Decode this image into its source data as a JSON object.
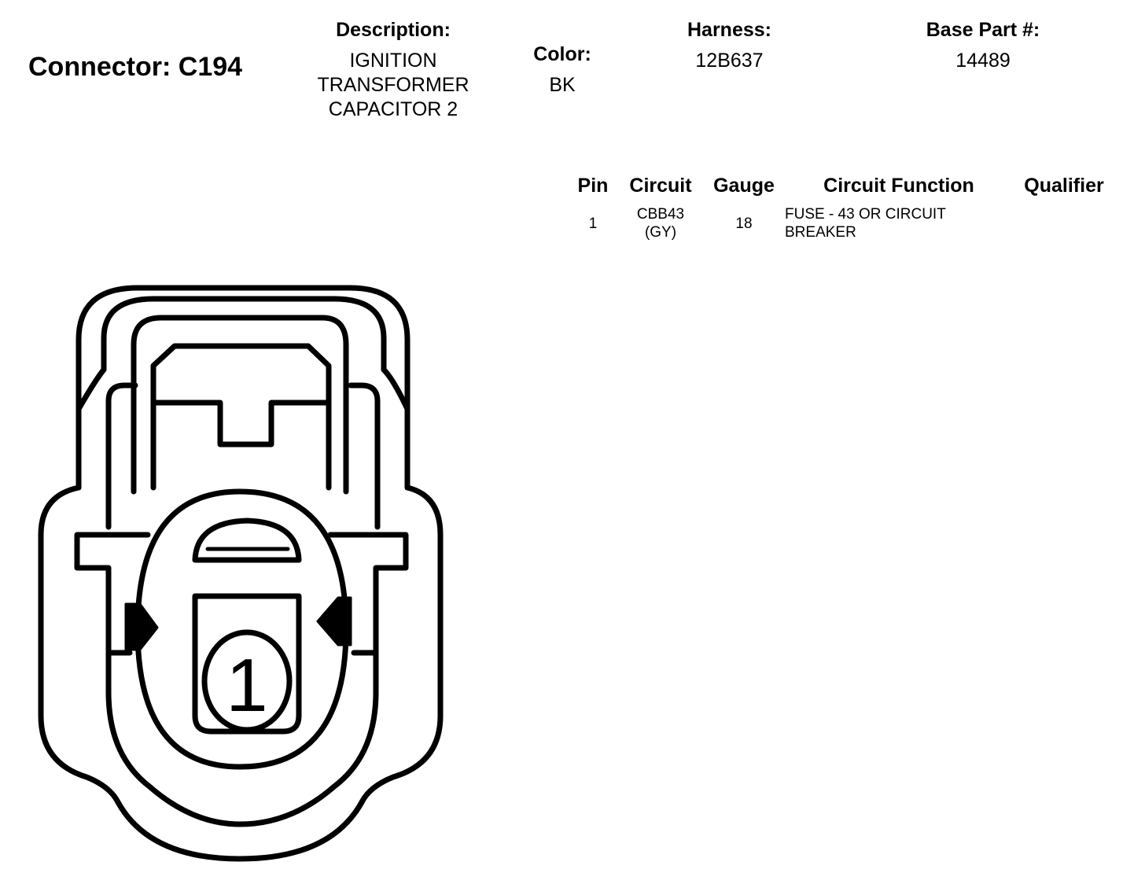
{
  "connector": {
    "title": "Connector: C194",
    "description_label": "Description:",
    "description_lines": [
      "IGNITION",
      "TRANSFORMER",
      "CAPACITOR 2"
    ],
    "color_label": "Color:",
    "color_value": "BK",
    "harness_label": "Harness:",
    "harness_value": "12B637",
    "base_part_label": "Base Part #:",
    "base_part_value": "14489"
  },
  "table": {
    "headers": {
      "pin": "Pin",
      "circuit": "Circuit",
      "gauge": "Gauge",
      "function": "Circuit Function",
      "qualifier": "Qualifier"
    },
    "rows": [
      {
        "pin": "1",
        "circuit": "CBB43",
        "circuit_color": "(GY)",
        "gauge": "18",
        "function_lines": [
          "FUSE - 43 OR CIRCUIT",
          "BREAKER"
        ],
        "qualifier": ""
      }
    ]
  },
  "diagram": {
    "pin_label": "1"
  }
}
